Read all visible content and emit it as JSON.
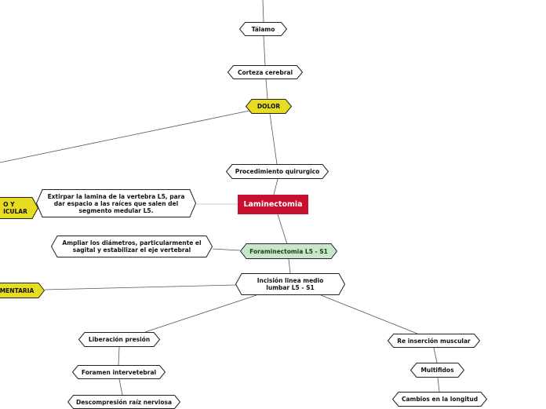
{
  "colors": {
    "line": "#555555",
    "line_light": "#bbbbbb",
    "border": "#222222",
    "white": "#ffffff",
    "yellow": "#e6dc22",
    "green": "#c8e6c9",
    "green_text": "#1b3d1b",
    "red": "#c8102e"
  },
  "nodes": {
    "talamo": "Tálamo",
    "corteza": "Corteza cerebral",
    "dolor": "DOLOR",
    "procedimiento": "Procedimiento quirurgico",
    "laminectomia": "Laminectomia",
    "extirpar": "Extirpar la lamina de la vertebra L5, para dar espacio a las raíces que salen del segmento medular L5.",
    "left_mid": "O Y\nICULAR",
    "ampliar": "Ampliar los diámetros, particularmente el sagital y estabilizar el eje vertebral",
    "foraminectomia": "Foraminectomia L5 - S1",
    "left_low": "MENTARIA",
    "incision": "Incisión linea medio lumbar L5 - S1",
    "liberacion": "Liberación presión",
    "foramen": "Foramen intervetebral",
    "descompresion": "Descompresión raíz nerviosa",
    "reinsercion": "Re inserción muscular",
    "multifidos": "Multifidos",
    "cambios": "Cambios en la longitud"
  }
}
